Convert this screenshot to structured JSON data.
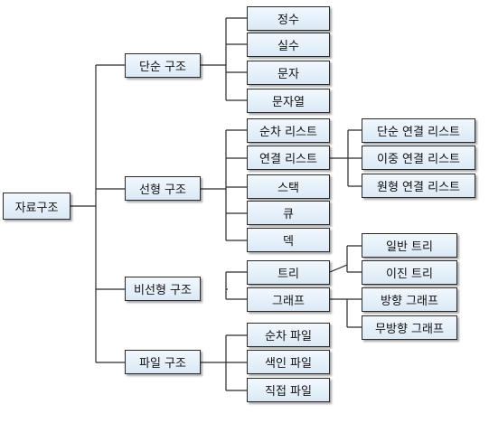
{
  "root": "자료구조",
  "categories": {
    "simple": "단순 구조",
    "linear": "선형 구조",
    "nonlinear": "비선형 구조",
    "file": "파일 구조"
  },
  "simple_items": [
    "정수",
    "실수",
    "문자",
    "문자열"
  ],
  "linear_items": [
    "순차 리스트",
    "연결 리스트",
    "스택",
    "큐",
    "덱"
  ],
  "linked_list_types": [
    "단순 연결 리스트",
    "이중 연결 리스트",
    "원형 연결 리스트"
  ],
  "nonlinear_items": [
    "트리",
    "그래프"
  ],
  "tree_types": [
    "일반 트리",
    "이진 트리"
  ],
  "graph_types": [
    "방향 그래프",
    "무방향 그래프"
  ],
  "file_items": [
    "순차 파일",
    "색인 파일",
    "직접 파일"
  ],
  "colors": {
    "line": "#2a2a2a",
    "box_top": "#f2f8fd",
    "box_bottom": "#dbe9f6"
  }
}
